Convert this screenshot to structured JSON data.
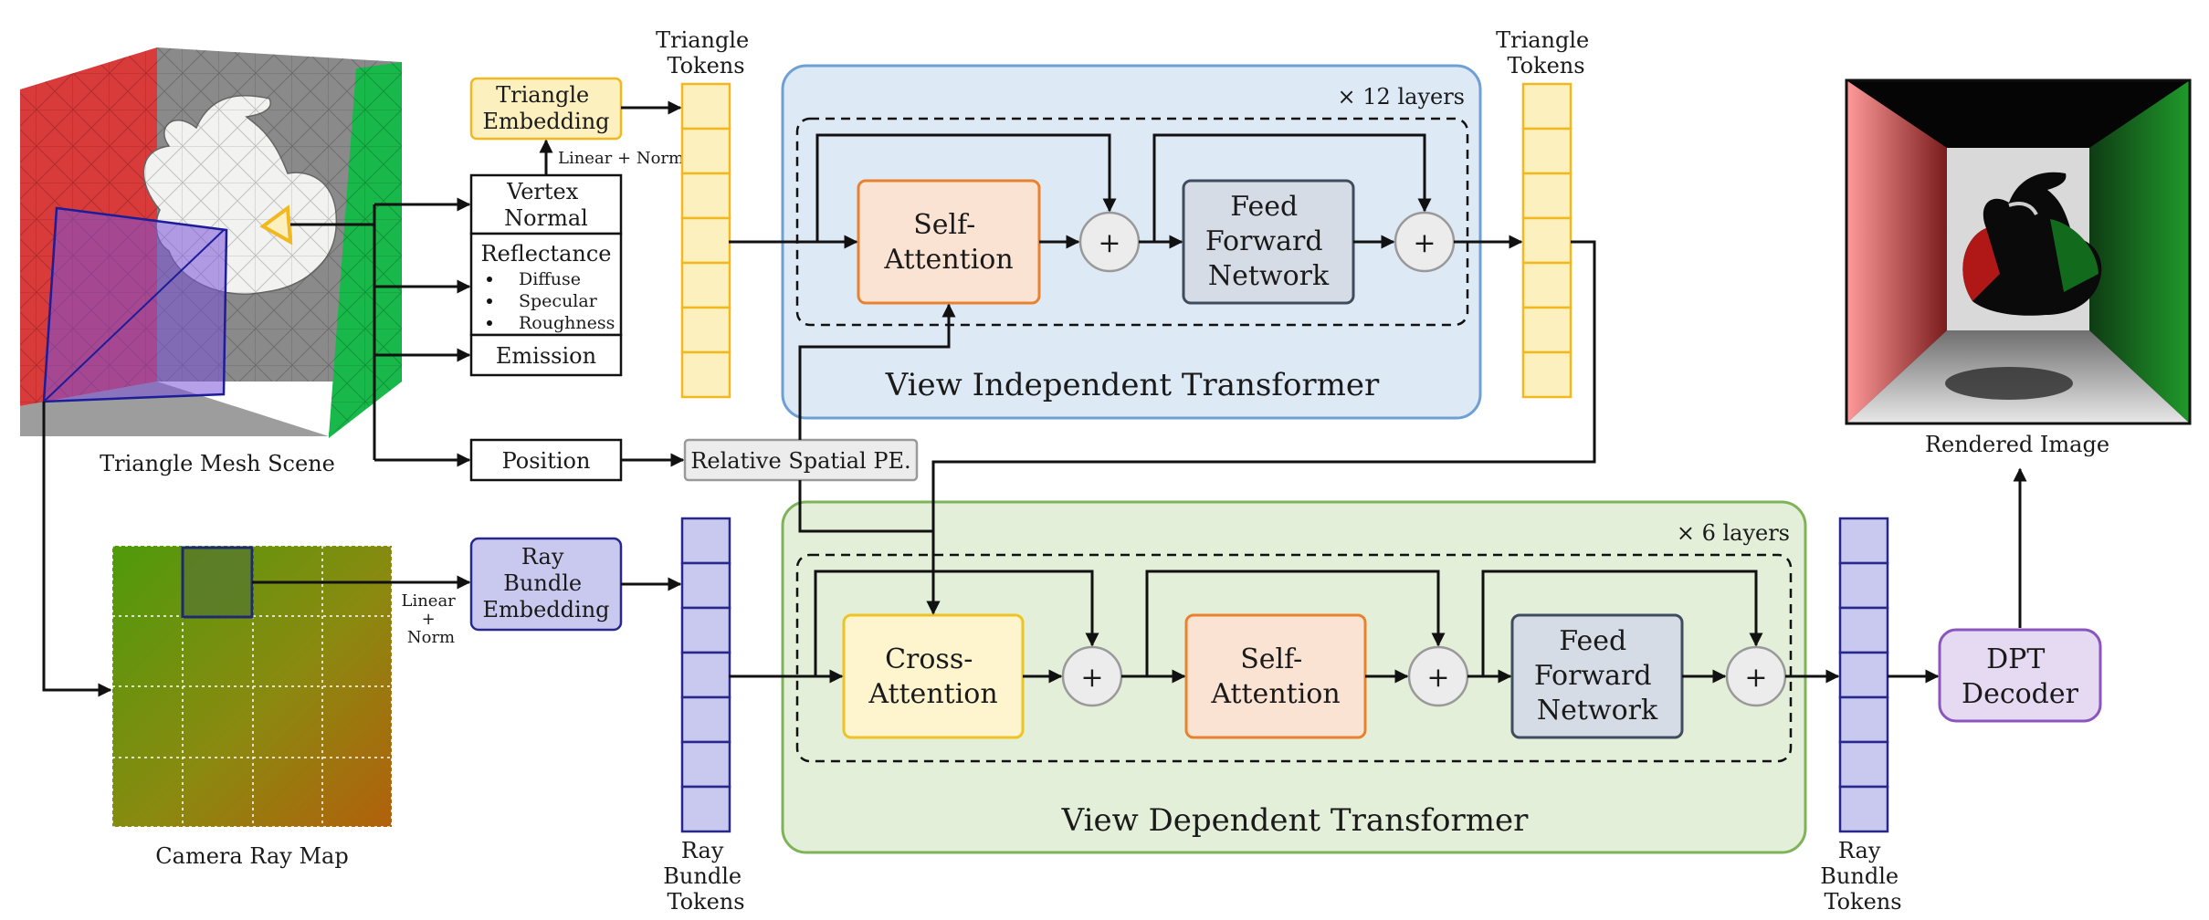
{
  "scene": {
    "mesh_caption": "Triangle Mesh Scene",
    "ray_map_caption": "Camera Ray Map",
    "rendered_caption": "Rendered Image"
  },
  "attributes": {
    "vertex_normal": [
      "Vertex",
      "Normal"
    ],
    "reflectance": "Reflectance",
    "reflectance_items": [
      "Diffuse",
      "Specular",
      "Roughness"
    ],
    "emission": "Emission",
    "position": "Position"
  },
  "embeddings": {
    "triangle_embedding": [
      "Triangle",
      "Embedding"
    ],
    "triangle_linear_norm": "Linear + Norm",
    "ray_bundle_embedding": [
      "Ray",
      "Bundle",
      "Embedding"
    ],
    "ray_linear_norm": [
      "Linear",
      "+",
      "Norm"
    ],
    "relative_pe": "Relative Spatial PE."
  },
  "tokens": {
    "triangle_in": [
      "Triangle",
      "Tokens"
    ],
    "triangle_out": [
      "Triangle",
      "Tokens"
    ],
    "ray_in": [
      "Ray",
      "Bundle",
      "Tokens"
    ],
    "ray_out": [
      "Ray",
      "Bundle",
      "Tokens"
    ]
  },
  "view_independent": {
    "title": "View Independent Transformer",
    "layers": "× 12 layers",
    "self_attention": [
      "Self-",
      "Attention"
    ],
    "ffn": [
      "Feed",
      "Forward",
      "Network"
    ],
    "plus": "+"
  },
  "view_dependent": {
    "title": "View Dependent Transformer",
    "layers": "× 6 layers",
    "cross_attention": [
      "Cross-",
      "Attention"
    ],
    "self_attention": [
      "Self-",
      "Attention"
    ],
    "ffn": [
      "Feed",
      "Forward",
      "Network"
    ],
    "plus": "+"
  },
  "decoder": [
    "DPT",
    "Decoder"
  ],
  "colors": {
    "token_yellow_fill": "#fdf0bf",
    "token_yellow_stroke": "#f2b81f",
    "token_blue_fill": "#c9c9ef",
    "token_blue_stroke": "#28288c",
    "vi_panel": "#dde9f5",
    "vi_border": "#6ea0d6",
    "vd_panel": "#e3efd9",
    "vd_border": "#7fb35a",
    "self_attn_fill": "#fbe3d3",
    "self_attn_stroke": "#e8822f",
    "cross_attn_fill": "#fef5cf",
    "cross_attn_stroke": "#efc323",
    "ffn_fill": "#d6dce6",
    "ffn_stroke": "#3f4c60",
    "decoder_fill": "#e6daf2",
    "decoder_stroke": "#8a55bf"
  }
}
